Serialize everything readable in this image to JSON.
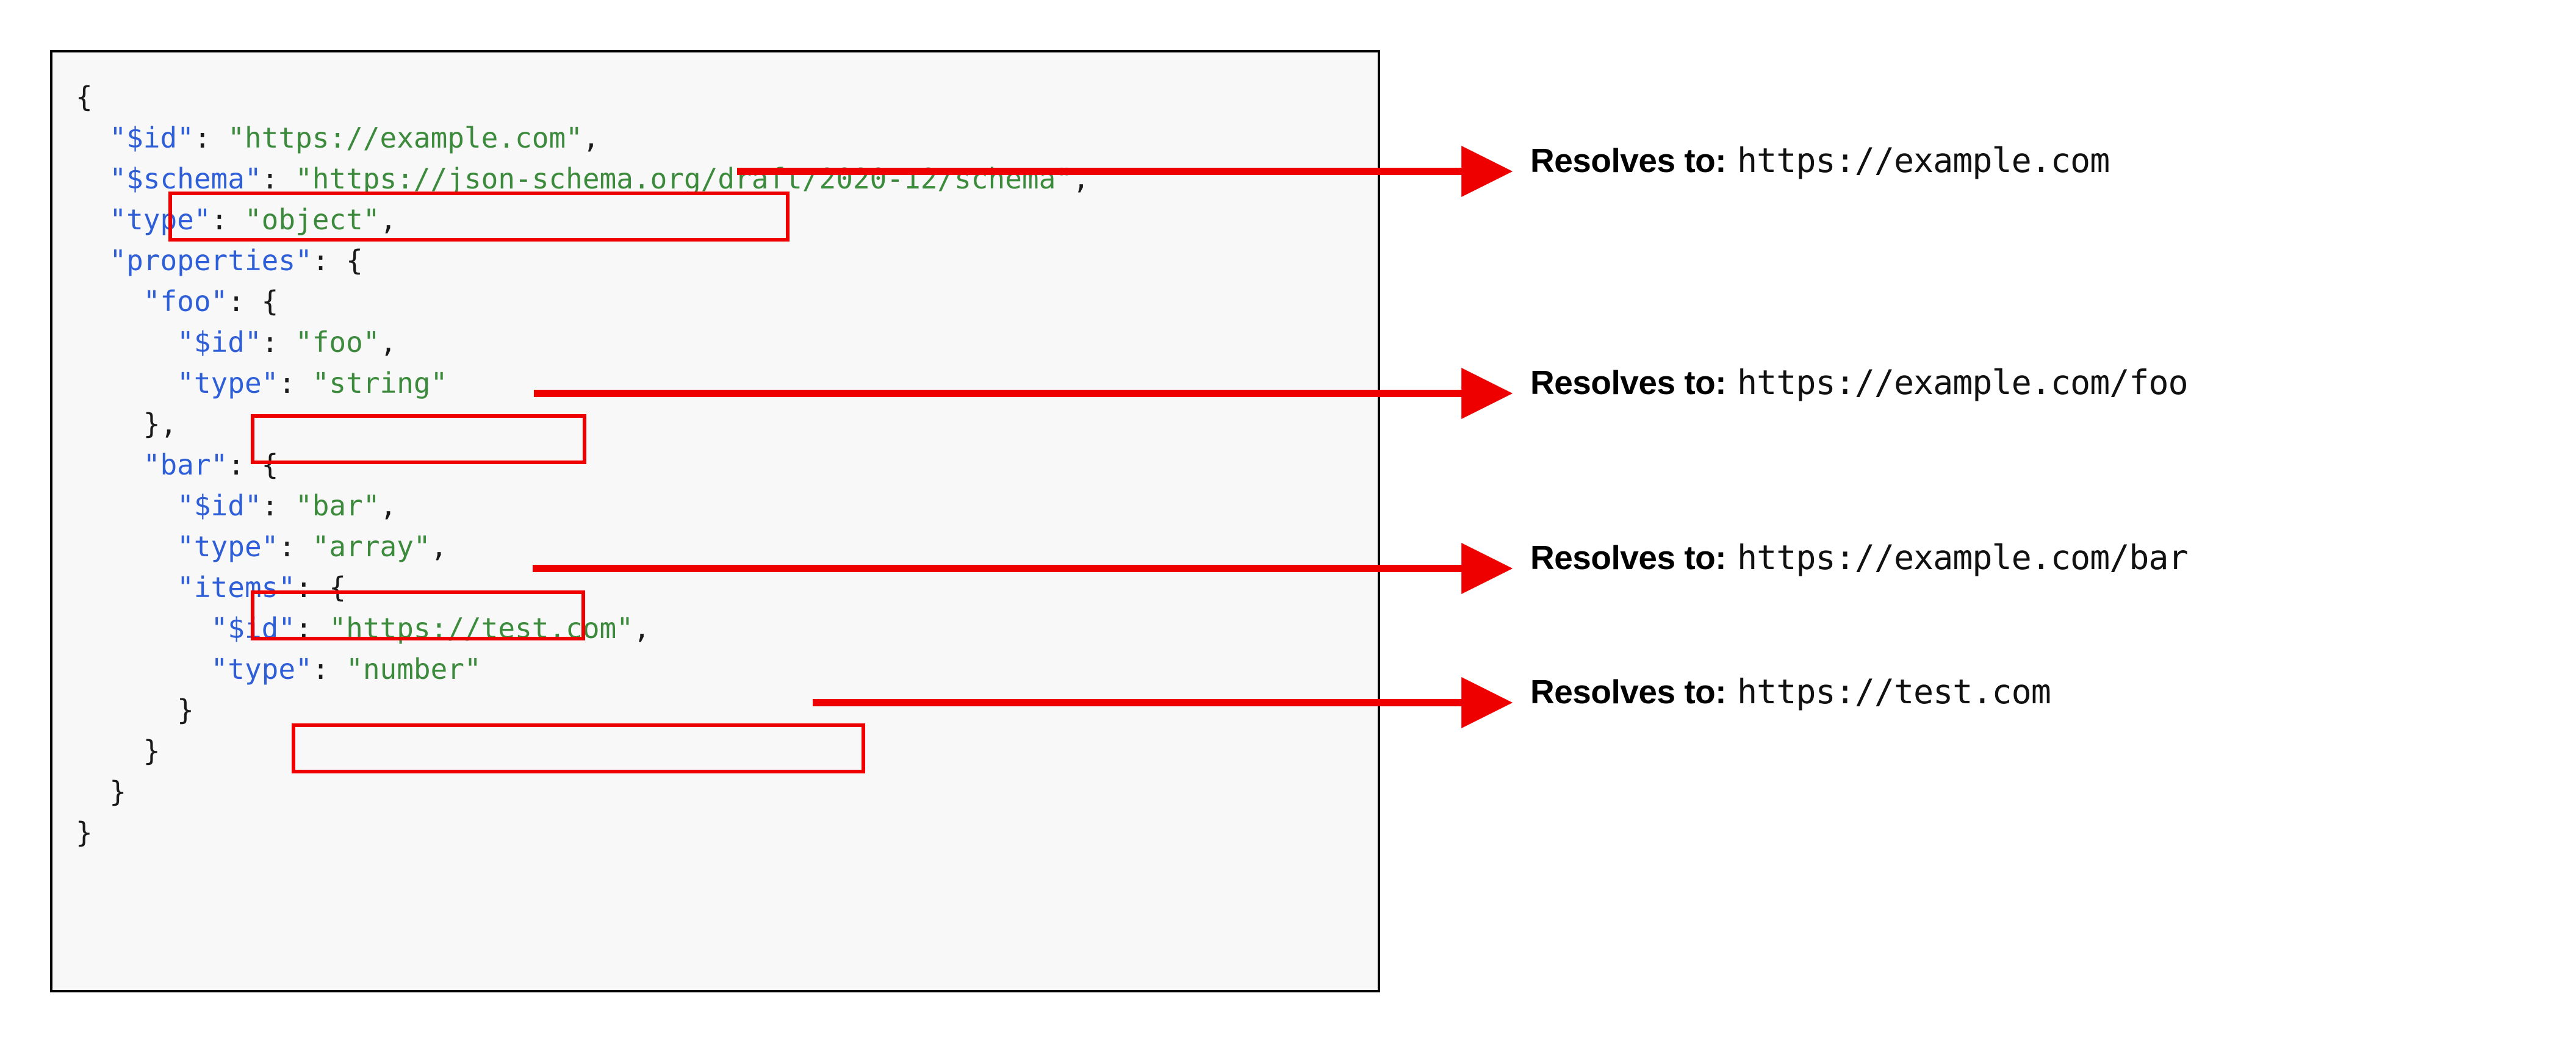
{
  "colors": {
    "key": "#2f5fd8",
    "string": "#3c8a3c",
    "punctuation": "#1a1a1a",
    "highlight": "#ee0000",
    "panel_border": "#000000",
    "panel_background": "#f8f8f8"
  },
  "code_panel": {
    "language": "json",
    "lines": [
      {
        "indent": 0,
        "segments": [
          {
            "text": "{",
            "type": "punctuation"
          }
        ]
      },
      {
        "indent": 2,
        "highlighted": true,
        "segments": [
          {
            "text": "\"$id\"",
            "type": "key"
          },
          {
            "text": ": ",
            "type": "punctuation"
          },
          {
            "text": "\"https://example.com\"",
            "type": "string"
          },
          {
            "text": ",",
            "type": "punctuation"
          }
        ]
      },
      {
        "indent": 2,
        "segments": [
          {
            "text": "\"$schema\"",
            "type": "key"
          },
          {
            "text": ": ",
            "type": "punctuation"
          },
          {
            "text": "\"https://json-schema.org/draft/2020-12/schema\"",
            "type": "string"
          },
          {
            "text": ",",
            "type": "punctuation"
          }
        ]
      },
      {
        "indent": 2,
        "segments": [
          {
            "text": "\"type\"",
            "type": "key"
          },
          {
            "text": ": ",
            "type": "punctuation"
          },
          {
            "text": "\"object\"",
            "type": "string"
          },
          {
            "text": ",",
            "type": "punctuation"
          }
        ]
      },
      {
        "indent": 2,
        "segments": [
          {
            "text": "\"properties\"",
            "type": "key"
          },
          {
            "text": ": {",
            "type": "punctuation"
          }
        ]
      },
      {
        "indent": 4,
        "segments": [
          {
            "text": "\"foo\"",
            "type": "key"
          },
          {
            "text": ": {",
            "type": "punctuation"
          }
        ]
      },
      {
        "indent": 6,
        "highlighted": true,
        "segments": [
          {
            "text": "\"$id\"",
            "type": "key"
          },
          {
            "text": ": ",
            "type": "punctuation"
          },
          {
            "text": "\"foo\"",
            "type": "string"
          },
          {
            "text": ",",
            "type": "punctuation"
          }
        ]
      },
      {
        "indent": 6,
        "segments": [
          {
            "text": "\"type\"",
            "type": "key"
          },
          {
            "text": ": ",
            "type": "punctuation"
          },
          {
            "text": "\"string\"",
            "type": "string"
          }
        ]
      },
      {
        "indent": 4,
        "segments": [
          {
            "text": "},",
            "type": "punctuation"
          }
        ]
      },
      {
        "indent": 4,
        "segments": [
          {
            "text": "\"bar\"",
            "type": "key"
          },
          {
            "text": ": {",
            "type": "punctuation"
          }
        ]
      },
      {
        "indent": 6,
        "highlighted": true,
        "segments": [
          {
            "text": "\"$id\"",
            "type": "key"
          },
          {
            "text": ": ",
            "type": "punctuation"
          },
          {
            "text": "\"bar\"",
            "type": "string"
          },
          {
            "text": ",",
            "type": "punctuation"
          }
        ]
      },
      {
        "indent": 6,
        "segments": [
          {
            "text": "\"type\"",
            "type": "key"
          },
          {
            "text": ": ",
            "type": "punctuation"
          },
          {
            "text": "\"array\"",
            "type": "string"
          },
          {
            "text": ",",
            "type": "punctuation"
          }
        ]
      },
      {
        "indent": 6,
        "segments": [
          {
            "text": "\"items\"",
            "type": "key"
          },
          {
            "text": ": {",
            "type": "punctuation"
          }
        ]
      },
      {
        "indent": 8,
        "highlighted": true,
        "segments": [
          {
            "text": "\"$id\"",
            "type": "key"
          },
          {
            "text": ": ",
            "type": "punctuation"
          },
          {
            "text": "\"https://test.com\"",
            "type": "string"
          },
          {
            "text": ",",
            "type": "punctuation"
          }
        ]
      },
      {
        "indent": 8,
        "segments": [
          {
            "text": "\"type\"",
            "type": "key"
          },
          {
            "text": ": ",
            "type": "punctuation"
          },
          {
            "text": "\"number\"",
            "type": "string"
          }
        ]
      },
      {
        "indent": 6,
        "segments": [
          {
            "text": "}",
            "type": "punctuation"
          }
        ]
      },
      {
        "indent": 4,
        "segments": [
          {
            "text": "}",
            "type": "punctuation"
          }
        ]
      },
      {
        "indent": 2,
        "segments": [
          {
            "text": "}",
            "type": "punctuation"
          }
        ]
      },
      {
        "indent": 0,
        "segments": [
          {
            "text": "}",
            "type": "punctuation"
          }
        ]
      }
    ],
    "raw_text": "{\n  \"$id\": \"https://example.com\",\n  \"$schema\": \"https://json-schema.org/draft/2020-12/schema\",\n  \"type\": \"object\",\n  \"properties\": {\n    \"foo\": {\n      \"$id\": \"foo\",\n      \"type\": \"string\"\n    },\n    \"bar\": {\n      \"$id\": \"bar\",\n      \"type\": \"array\",\n      \"items\": {\n        \"$id\": \"https://test.com\",\n        \"type\": \"number\"\n      }\n    }\n  }\n}"
  },
  "annotations": [
    {
      "source_value": "\"https://example.com\"",
      "label": "Resolves to:",
      "url": "https://example.com"
    },
    {
      "source_value": "\"foo\"",
      "label": "Resolves to:",
      "url": "https://example.com/foo"
    },
    {
      "source_value": "\"bar\"",
      "label": "Resolves to:",
      "url": "https://example.com/bar"
    },
    {
      "source_value": "\"https://test.com\"",
      "label": "Resolves to:",
      "url": "https://test.com"
    }
  ]
}
